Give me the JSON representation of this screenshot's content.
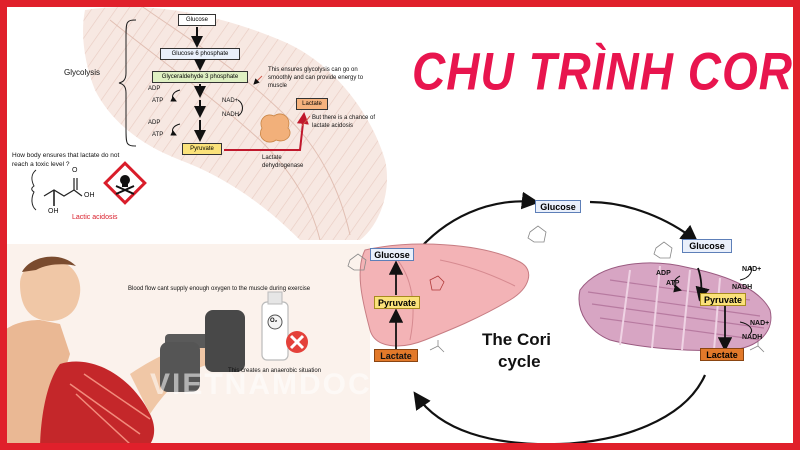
{
  "title": "CHU TRÌNH CORI",
  "watermark": "VIETNAMDOC.EDU.VN",
  "glycolysis": {
    "section_label": "Glycolysis",
    "steps": [
      "Glucose",
      "Glucose 6 phosphate",
      "Glyceraldehyde 3 phosphate",
      "Pyruvate"
    ],
    "lactate_box": "Lactate",
    "cofactors": {
      "adp1": "ADP",
      "atp1": "ATP",
      "adp2": "ADP",
      "atp2": "ATP",
      "nad": "NAD+",
      "nadh": "NADH"
    },
    "note1": [
      "This ensures glycolysis can go on",
      "smoothly and can provide energy to",
      "muscle"
    ],
    "note2": [
      "But there is a chance of",
      "lactate acidosis"
    ],
    "enzyme": [
      "Lactate",
      "dehydrogenase"
    ],
    "question": [
      "How body ensures that lactate do not",
      "reach a toxic level ?"
    ],
    "lactic_acidosis_label": "Lactic acidosis",
    "molecule": {
      "oh": "OH",
      "o": "O"
    }
  },
  "exercise": {
    "caption_top": "Blood flow cant supply enough oxygen to the muscle during exercise",
    "caption_bottom": "This creates an anaerobic situation",
    "o2_label": "O₂"
  },
  "cori": {
    "cycle_label_line1": "The Cori",
    "cycle_label_line2": "cycle",
    "liver_glucose": "Glucose",
    "liver_pyruvate": "Pyruvate",
    "liver_lactate": "Lactate",
    "blood_glucose": "Glucose",
    "muscle_glucose": "Glucose",
    "muscle_pyruvate": "Pyruvate",
    "muscle_lactate": "Lactate",
    "cofactors": {
      "adp": "ADP",
      "atp": "ATP",
      "nad1": "NAD+",
      "nadh1": "NADH",
      "nad2": "NAD+",
      "nadh2": "NADH"
    }
  },
  "colors": {
    "title": "#e8154e",
    "frame": "#e0202b",
    "pyruvate_box": "#fbe27a",
    "lactate_box": "#e2792a",
    "glucose_box": "#eaf0fb"
  }
}
